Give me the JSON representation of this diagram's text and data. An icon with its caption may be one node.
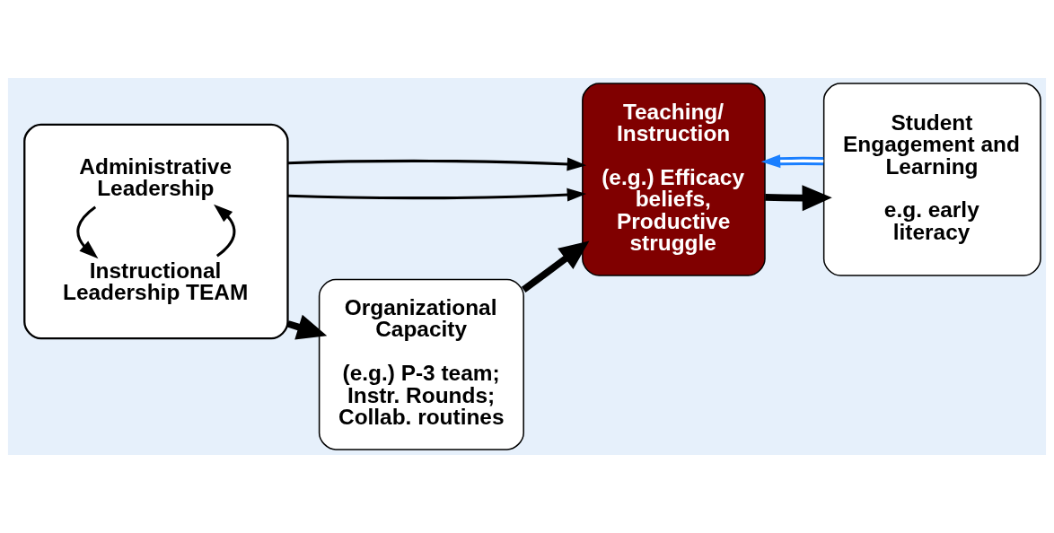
{
  "diagram": {
    "nodes": [
      {
        "text": [],
        "shape": "box"
      },
      {
        "text": [
          "Administrative Leadership"
        ],
        "in": 0
      },
      {
        "text": [
          "Instructional Leadership TEAM"
        ],
        "in": 0
      },
      {
        "text": [
          "Organizational Capacity",
          "(e.g.) P-3 team; Instr. Rounds; Collab. routines"
        ]
      },
      {
        "text": [
          "Teaching/ Instruction",
          "(e.g.) Efficacy beliefs, Productive struggle"
        ]
      },
      {
        "text": [
          "Student Engagement and Learning",
          "e.g. early literacy"
        ]
      }
    ],
    "edges": [
      {
        "from": 2,
        "to": 1,
        "arrow": "to"
      },
      {
        "from": 1,
        "to": 2,
        "arrow": "to"
      },
      {
        "from": 0,
        "to": 4,
        "arrow": "to"
      },
      {
        "from": 0,
        "to": 3,
        "arrow": "to",
        "style": "thick"
      },
      {
        "from": 3,
        "to": 4,
        "arrow": "to",
        "style": "thick"
      },
      {
        "from": 0,
        "to": 4,
        "arrow": "to"
      },
      {
        "from": 4,
        "to": 5,
        "arrow": "to",
        "style": "thick"
      },
      {
        "from": 5,
        "to": 4,
        "arrow": "to",
        "color": "#1a7fff"
      }
    ]
  }
}
